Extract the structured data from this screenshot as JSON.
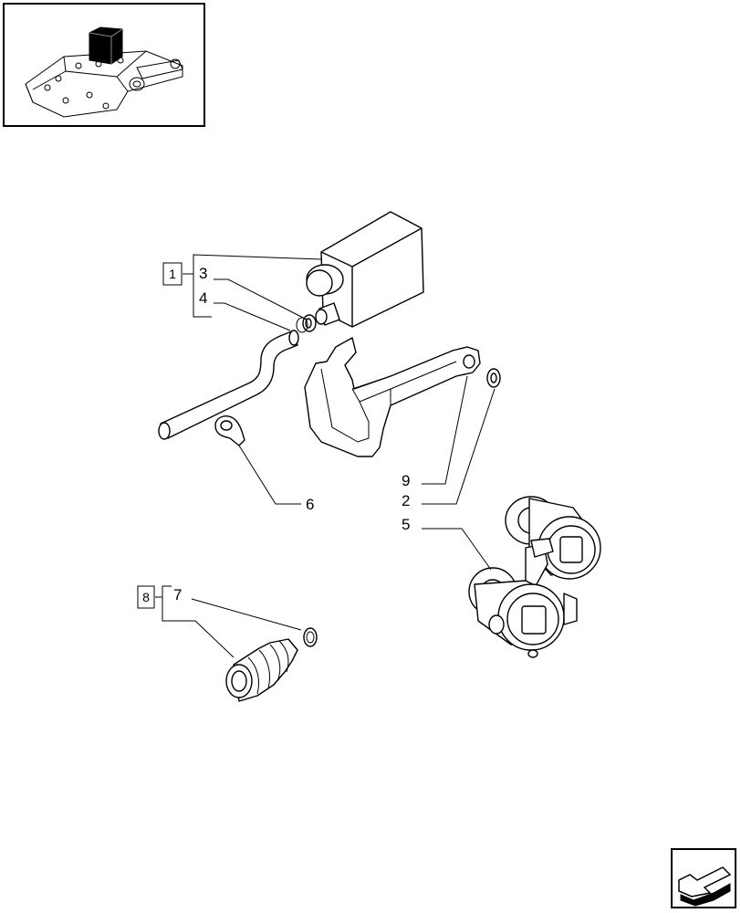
{
  "callouts": {
    "c1": "1",
    "c2": "2",
    "c3": "3",
    "c4": "4",
    "c5": "5",
    "c6": "6",
    "c7": "7",
    "c8": "8",
    "c9": "9"
  },
  "icons": {
    "thumbnail": "assembly-overview-thumbnail",
    "nav": "next-page-arrow-icon"
  }
}
